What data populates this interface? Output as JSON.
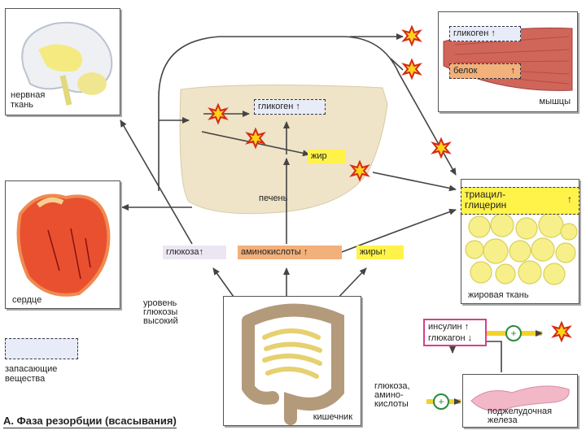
{
  "labels": {
    "nervous_tissue": "нервная ткань",
    "heart": "сердце",
    "liver": "печень",
    "muscles": "мышцы",
    "adipose": "жировая ткань",
    "intestine": "кишечник",
    "pancreas": "поджелудочная железа",
    "glycogen_liver": "гликоген",
    "fat_liver": "жир",
    "glycogen_muscle": "гликоген",
    "protein_muscle": "белок",
    "triacylglycerol": "триацил-глицерин",
    "glucose": "глюкоза",
    "amino_acids": "аминокислоты",
    "fats": "жиры",
    "glucose_level_high": "уровень глюкозы высокий",
    "insulin": "инсулин",
    "glucagon": "глюкагон",
    "glucose_aminoacids": "глюкоза, амино-кислоты",
    "storage_substances": "запасающие вещества",
    "caption": "А. Фаза резорбции (всасывания)"
  },
  "arrows": {
    "up": "↑",
    "down": "↓"
  },
  "colors": {
    "storage_border": "#334466",
    "liver_fill": "#efe3c8",
    "glucose_tag": "#ece6f3",
    "amino_tag": "#f2b07a",
    "fat_tag": "#fff34a",
    "muscle": "#d0665a",
    "heart": "#e85030",
    "fat_cells": "#f7f08a",
    "pancreas": "#f2b8c8"
  }
}
